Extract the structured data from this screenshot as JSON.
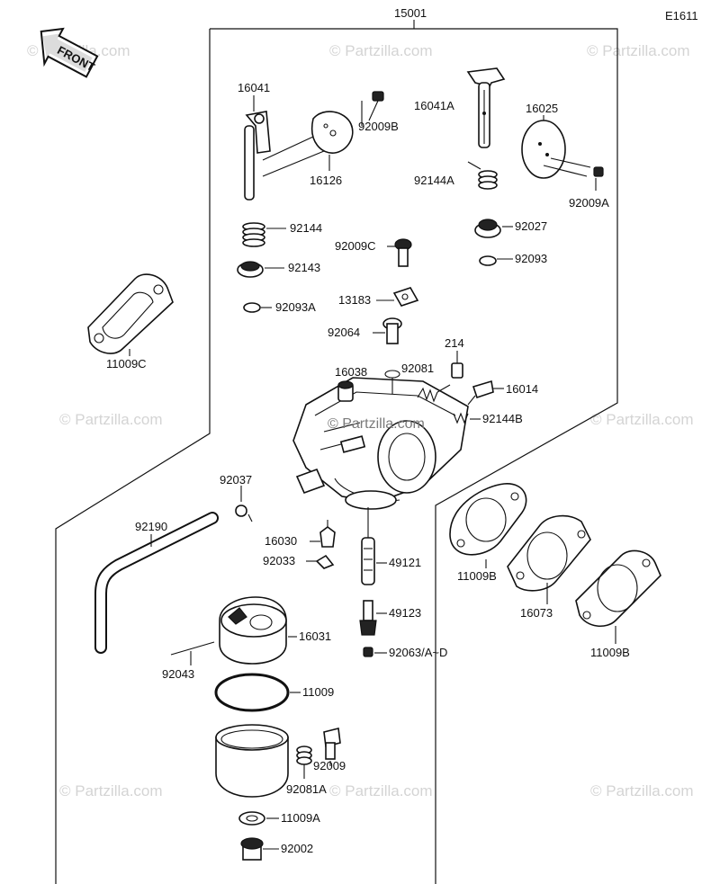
{
  "header": {
    "assembly_number": "15001",
    "diagram_code": "E1611",
    "front_arrow_label": "FRONT"
  },
  "watermark": {
    "text": "© Partzilla.com",
    "center_text": "© Partzilla.com"
  },
  "callouts": [
    "16041",
    "92009B",
    "16126",
    "16041A",
    "16025",
    "92144A",
    "92009A",
    "92144",
    "92027",
    "92009C",
    "92143",
    "92093",
    "13183",
    "92093A",
    "92064",
    "11009C",
    "214",
    "16038",
    "92081",
    "16014",
    "92144B",
    "92037",
    "92190",
    "16030",
    "92033",
    "49121",
    "11009B",
    "16073",
    "11009B",
    "49123",
    "16031",
    "92063/A~D",
    "92043",
    "11009",
    "92009",
    "92081A",
    "11009A",
    "92002"
  ]
}
